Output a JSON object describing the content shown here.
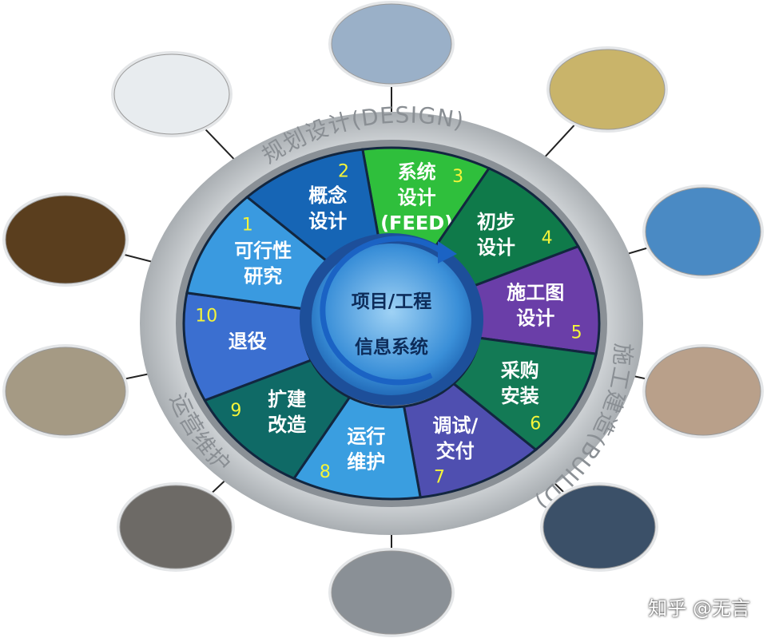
{
  "phases": {
    "design": "规划设计(DESIGN)",
    "build": "施工建造(BUILD)",
    "operate": "运营维护"
  },
  "center": {
    "line1": "项目/工程",
    "line2": "信息系统"
  },
  "segments": [
    {
      "num": "3",
      "lines": [
        "系统",
        "设计",
        "(FEED)"
      ],
      "color": "#2fbf3c"
    },
    {
      "num": "4",
      "lines": [
        "初步",
        "设计"
      ],
      "color": "#0f7a4a"
    },
    {
      "num": "5",
      "lines": [
        "施工图",
        "设计"
      ],
      "color": "#6a3ea8"
    },
    {
      "num": "6",
      "lines": [
        "采购",
        "安装"
      ],
      "color": "#137a55"
    },
    {
      "num": "7",
      "lines": [
        "调试/",
        "交付"
      ],
      "color": "#4f4fb0"
    },
    {
      "num": "8",
      "lines": [
        "运行",
        "维护"
      ],
      "color": "#3a9ee0"
    },
    {
      "num": "9",
      "lines": [
        "扩建",
        "改造"
      ],
      "color": "#0f6a66"
    },
    {
      "num": "10",
      "lines": [
        "退役"
      ],
      "color": "#3b6fd0"
    },
    {
      "num": "1",
      "lines": [
        "可行性",
        "研究"
      ],
      "color": "#3a9ae0"
    },
    {
      "num": "2",
      "lines": [
        "概念",
        "设计"
      ],
      "color": "#1665b5"
    }
  ],
  "photos": [
    {
      "name": "process-diagram-photo",
      "color": "#e8ecef"
    },
    {
      "name": "software-screenshot-photo",
      "color": "#9ab0c8"
    },
    {
      "name": "money-photo",
      "color": "#c9b46a"
    },
    {
      "name": "steel-structure-photo",
      "color": "#4a8ac4"
    },
    {
      "name": "construction-site-photo",
      "color": "#b9a08a"
    },
    {
      "name": "workers-plant-photo",
      "color": "#3b5068"
    },
    {
      "name": "operator-photo",
      "color": "#8a9096"
    },
    {
      "name": "crane-photo",
      "color": "#6d6a66"
    },
    {
      "name": "demolition-photo",
      "color": "#a59a84"
    },
    {
      "name": "oil-well-icon-photo",
      "color": "#5a3e1e"
    }
  ],
  "watermark": "知乎 @无言"
}
